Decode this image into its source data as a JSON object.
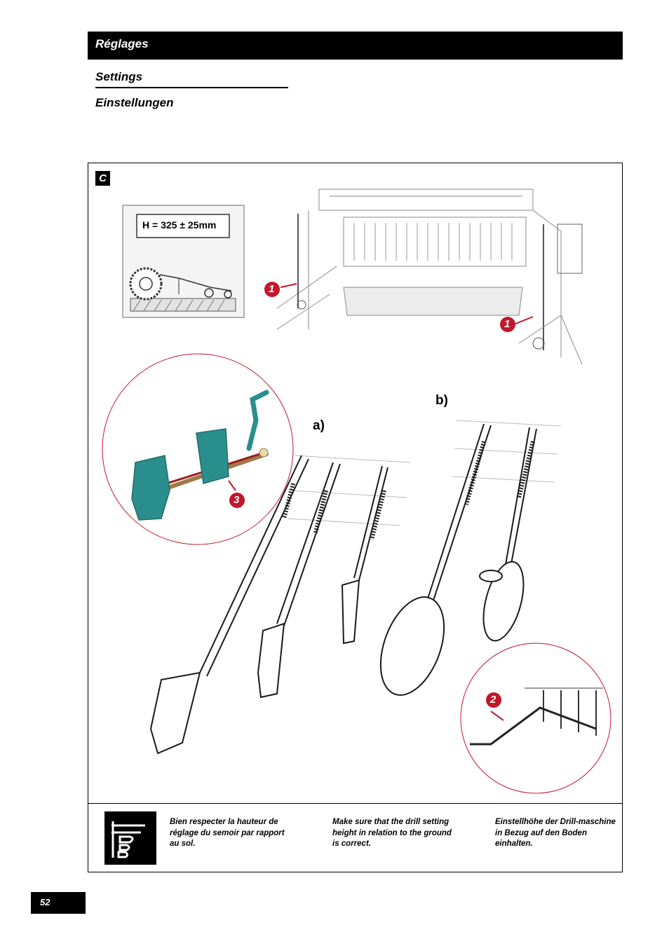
{
  "header": {
    "title": "Réglages"
  },
  "subtitles": {
    "en": "Settings",
    "de": "Einstellungen"
  },
  "figure": {
    "badge": "C",
    "spec": "H = 325 ± 25mm",
    "callout_1": "1",
    "callout_2": "2",
    "callout_3": "3",
    "label_a": "a)",
    "label_b": "b)"
  },
  "note": {
    "icon": "pointing-hand-icon",
    "fr": "Bien respecter la hauteur de réglage du semoir par rapport au sol.",
    "en": "Make sure that the drill setting height in relation to the ground is correct.",
    "de": "Einstellhöhe der Drill-maschine in Bezug auf den Boden einhalten."
  },
  "footer": {
    "page_number": "52"
  },
  "colors": {
    "accent_red": "#c0182a",
    "teal": "#2a8f8c",
    "rod_brown": "#a0794a"
  }
}
